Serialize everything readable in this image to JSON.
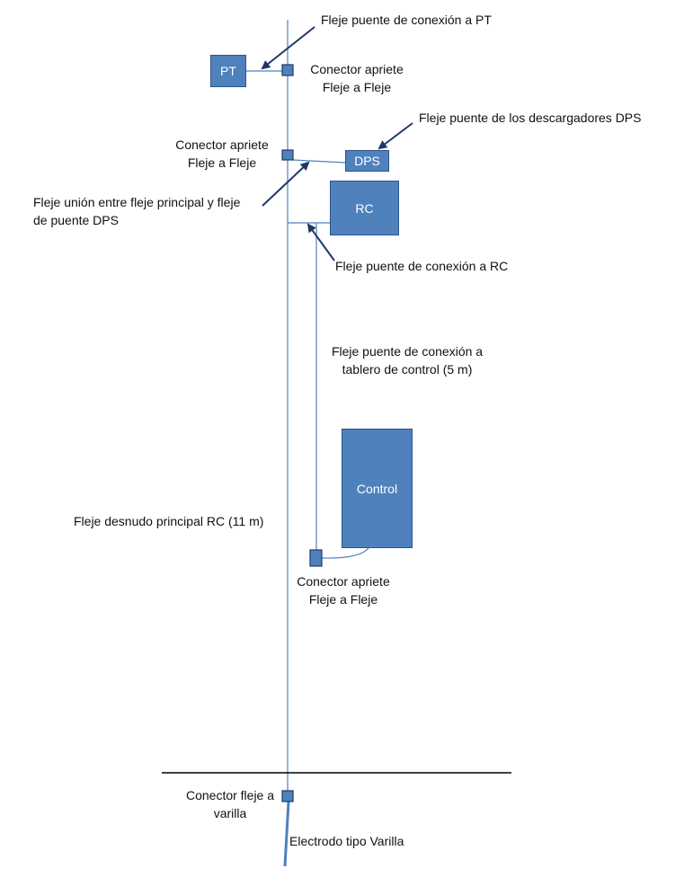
{
  "boxes": {
    "pt": "PT",
    "dps": "DPS",
    "rc": "RC",
    "control": "Control"
  },
  "labels": {
    "fleje_puente_pt": "Fleje puente de conexión a PT",
    "conector_top": [
      "Conector apriete",
      "Fleje a Fleje"
    ],
    "fleje_puente_dps": "Fleje puente de los descargadores DPS",
    "conector_dps": [
      "Conector apriete",
      "Fleje a Fleje"
    ],
    "fleje_union": [
      "Fleje unión entre fleje principal y fleje",
      "de puente DPS"
    ],
    "fleje_puente_rc": "Fleje puente de conexión a RC",
    "fleje_tablero": [
      "Fleje puente de conexión a",
      "tablero de control (5 m)"
    ],
    "fleje_desnudo": "Fleje desnudo principal RC (11 m)",
    "conector_control": [
      "Conector apriete",
      "Fleje a Fleje"
    ],
    "conector_varilla": [
      "Conector fleje a",
      "varilla"
    ],
    "electrodo": "Electrodo tipo Varilla"
  },
  "colors": {
    "box_fill": "#4f81bd",
    "box_border": "#2f528f",
    "conductor": "#4f81bd",
    "arrow": "#1f3864",
    "ground": "#000000"
  }
}
